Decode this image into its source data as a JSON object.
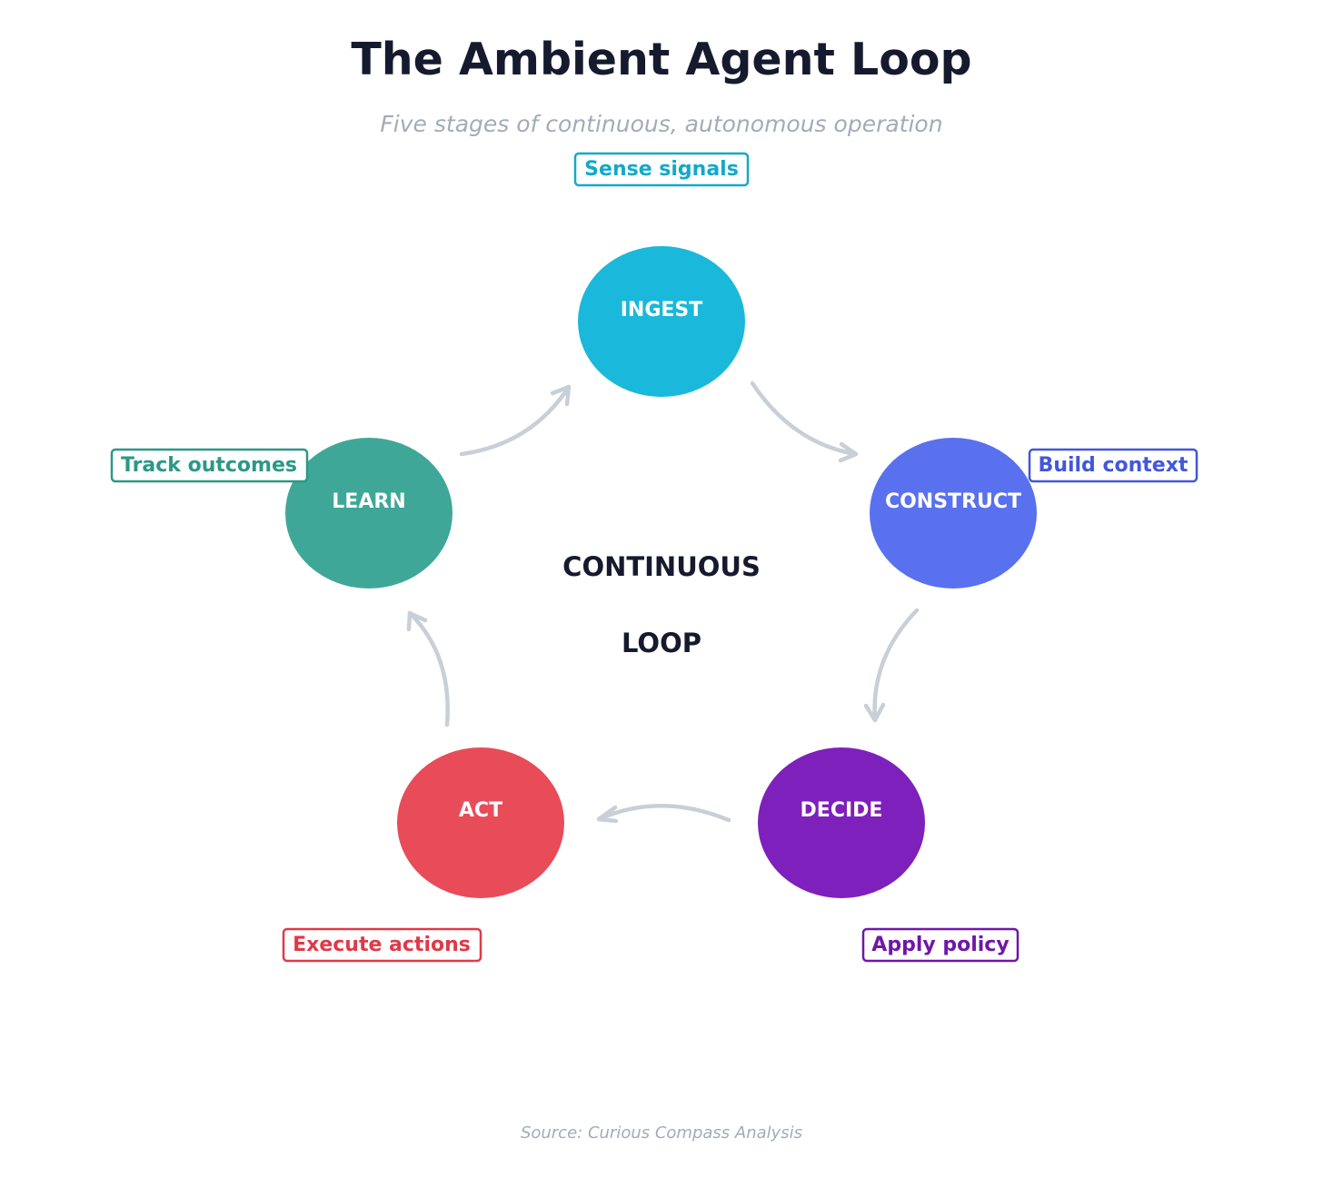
{
  "title": "The Ambient Agent Loop",
  "subtitle": "Five stages of continuous, autonomous operation",
  "center": {
    "line1": "CONTINUOUS",
    "line2": "LOOP"
  },
  "stages": [
    {
      "id": "ingest",
      "label": "INGEST",
      "tag": "Sense signals",
      "color": "#1ab8da",
      "tag_color": "#14a9c8"
    },
    {
      "id": "construct",
      "label": "CONSTRUCT",
      "tag": "Build context",
      "color": "#5971ee",
      "tag_color": "#4257d9"
    },
    {
      "id": "decide",
      "label": "DECIDE",
      "tag": "Apply policy",
      "color": "#7e20bb",
      "tag_color": "#6f17a8"
    },
    {
      "id": "act",
      "label": "ACT",
      "tag": "Execute actions",
      "color": "#e84c59",
      "tag_color": "#de3a48"
    },
    {
      "id": "learn",
      "label": "LEARN",
      "tag": "Track outcomes",
      "color": "#3fa798",
      "tag_color": "#2b9887"
    }
  ],
  "arrow_color": "#c9cfd7",
  "source": "Source: Curious Compass Analysis"
}
